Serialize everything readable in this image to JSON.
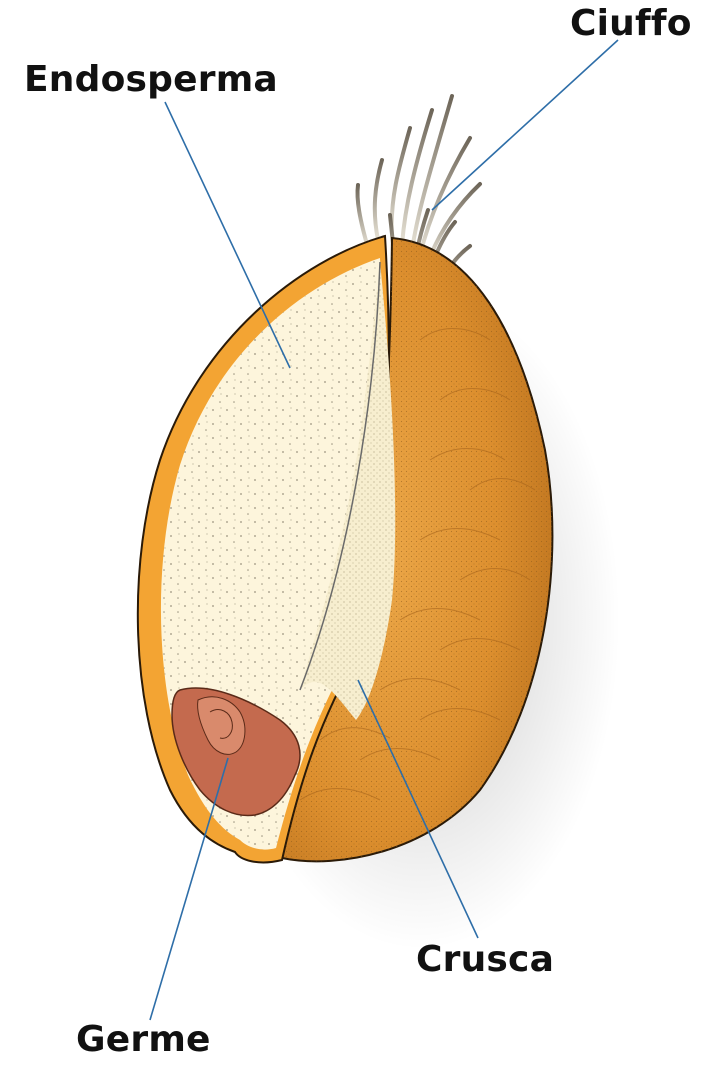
{
  "labels": {
    "endosperma": "Endosperma",
    "ciuffo": "Ciuffo",
    "crusca": "Crusca",
    "germe": "Germe"
  },
  "colors": {
    "line": "#2e6ea8",
    "bran_outer": "#f3a433",
    "bran_dark": "#d9892a",
    "bran_fill": "#e9a243",
    "endosperm": "#fdf5dc",
    "germ": "#c46a4e",
    "hair": "#8a8070"
  }
}
